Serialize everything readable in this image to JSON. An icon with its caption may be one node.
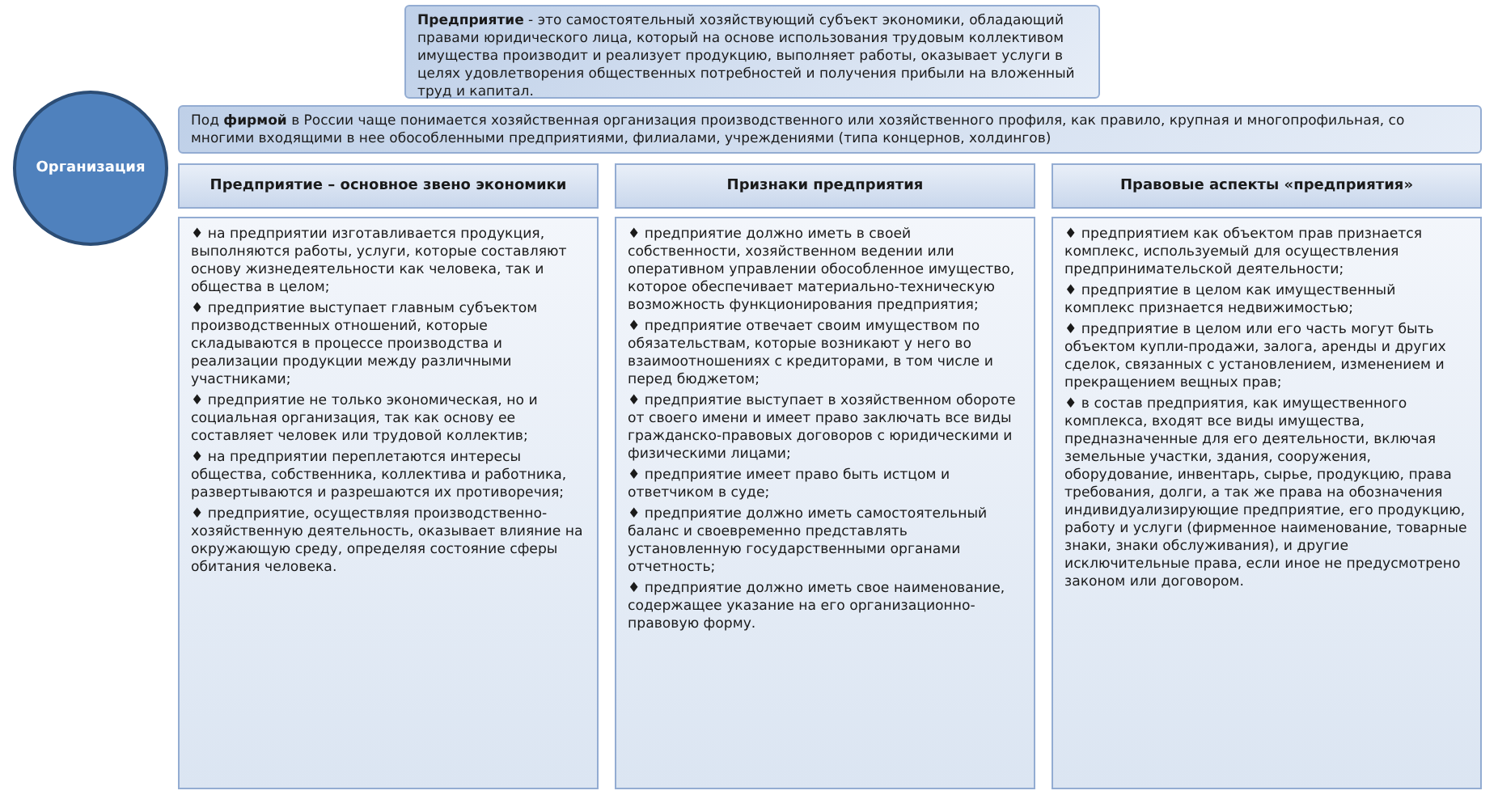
{
  "diagram": {
    "nodes": [
      {
        "text": [
          "**Предприятие** - это самостоятельный хозяйствующий субъект экономики, обладающий правами юридического лица, который на основе использования трудовым коллективом имущества производит и реализует продукцию, выполняет работы, оказывает услуги в целях удовлетворения общественных потребностей и получения прибыли на вложенный труд и капитал."
        ]
      },
      {
        "text": [
          "Под **фирмой** в России чаще понимается хозяйственная организация производственного или хозяйственного профиля, как правило, крупная и многопрофильная, со многими входящими в нее обособленными предприятиями, филиалами, учреждениями (типа концернов, холдингов)"
        ]
      },
      {
        "text": [
          "Организация"
        ]
      },
      {
        "text": [
          "Предприятие – **основное звено экономики**"
        ]
      },
      {
        "text": [
          "Признаки предприятия"
        ]
      },
      {
        "text": [
          "Правовые аспекты «предприятия»"
        ]
      },
      {
        "text": [
          "♦ на предприятии изготавливается продукция, выполняются работы, услуги, которые составляют основу жизнедеятельности как человека, так и общества в целом;",
          "♦ предприятие выступает главным субъектом производственных отношений, которые складываются в процессе производства и реализации продукции между различными участниками;",
          "♦ предприятие не только экономическая, но и социальная организация, так как основу ее составляет человек или трудовой коллектив;",
          "♦ на предприятии переплетаются интересы общества, собственника, коллектива и работника, развертываются и разрешаются их противоречия;",
          "♦ предприятие, осуществляя производственно-хозяйственную деятельность, оказывает влияние на окружающую среду, определяя состояние сферы обитания человека."
        ]
      },
      {
        "text": [
          "♦ предприятие должно иметь в своей собственности, хозяйственном ведении или оперативном управлении обособленное имущество, которое обеспечивает материально-техническую возможность функционирования предприятия;",
          "♦ предприятие отвечает своим имуществом по обязательствам, которые возникают у него во взаимоотношениях с кредиторами, в том числе и перед бюджетом;",
          "♦ предприятие выступает в хозяйственном обороте от своего имени и имеет право заключать все виды гражданско-правовых договоров с юридическими и физическими лицами;",
          "♦ предприятие имеет право быть истцом и ответчиком в суде;",
          "♦ предприятие должно иметь самостоятельный баланс и своевременно представлять установленную государственными органами отчетность;",
          "♦ предприятие должно иметь свое наименование, содержащее указание на его организационно-правовую форму."
        ]
      },
      {
        "text": [
          "♦ предприятием как объектом прав признается комплекс, используемый для осуществления предпринимательской деятельности;",
          "♦ предприятие в целом как имущественный комплекс признается недвижимостью;",
          "♦ предприятие в целом или его часть могут быть объектом купли-продажи, залога, аренды и других сделок, связанных с установлением, изменением и прекращением вещных прав;",
          "♦ в состав предприятия, как имущественного комплекса, входят все виды имущества, предназначенные для его деятельности, включая земельные участки, здания, сооружения, оборудование, инвентарь, сырье, продукцию, права требования, долги, а так же права на обозначения индивидуализирующие предприятие, его продукцию, работу и услуги (фирменное наименование, товарные знаки, знаки обслуживания), и другие исключительные права, если иное не предусмотрено законом или договором."
        ]
      }
    ]
  }
}
